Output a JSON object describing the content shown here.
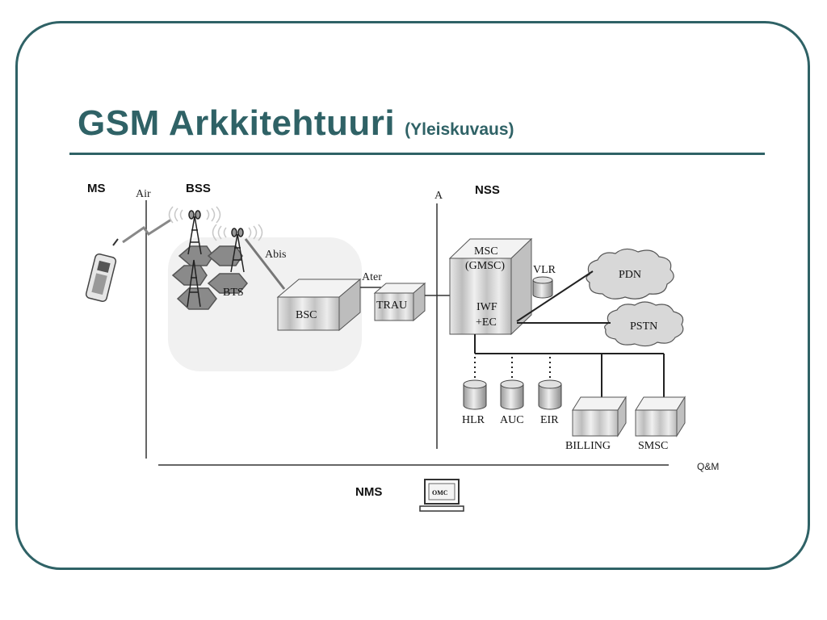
{
  "slide": {
    "title": "GSM Arkkitehtuuri",
    "subtitle": "(Yleiskuvaus)"
  },
  "colors": {
    "accent": "#2f6266",
    "line": "#3a3a3a",
    "box_fill": "#d9d9d9",
    "cloud_fill": "#d6d6d6"
  },
  "diagram": {
    "sections": {
      "ms": "MS",
      "bss": "BSS",
      "nss": "NSS",
      "nms": "NMS"
    },
    "interfaces": {
      "air": "Air",
      "abis": "Abis",
      "ater": "Ater",
      "a": "A",
      "om": "Q&M"
    },
    "nodes": {
      "bts": "BTS",
      "bsc": "BSC",
      "trau": "TRAU",
      "msc_line1": "MSC",
      "msc_line2": "(GMSC)",
      "iwf_line1": "IWF",
      "iwf_line2": "+EC",
      "vlr": "VLR",
      "pdn": "PDN",
      "pstn": "PSTN",
      "hlr": "HLR",
      "auc": "AUC",
      "eir": "EIR",
      "billing": "BILLING",
      "smsc": "SMSC",
      "omc": "OMC"
    },
    "icons": [
      "mobile-phone-icon",
      "antenna-tower-icon",
      "database-cylinder-icon",
      "cloud-icon",
      "computer-terminal-icon"
    ]
  }
}
